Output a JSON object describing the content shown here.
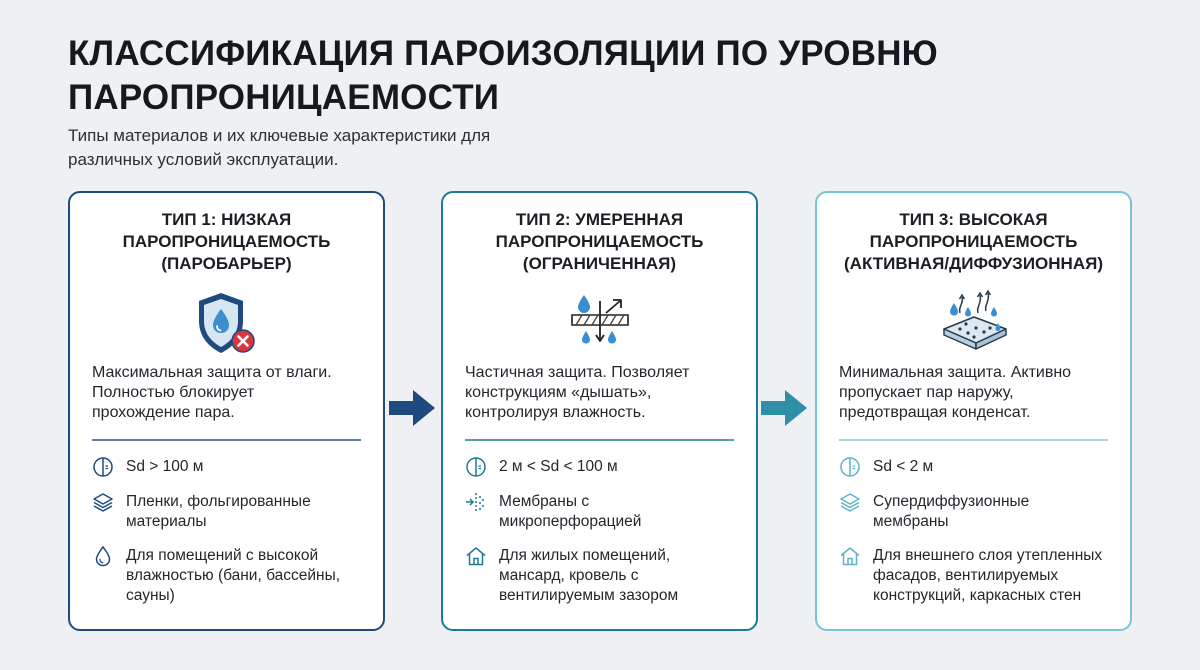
{
  "title": "КЛАССИФИКАЦИЯ ПАРОИЗОЛЯЦИИ ПО УРОВНЮ\nПАРОПРОНИЦАЕМОСТИ",
  "subtitle": "Типы материалов и их ключевые характеристики для\nразличных условий эксплуатации.",
  "colors": {
    "type1": "#1f4a7f",
    "type2": "#1e7a93",
    "type3": "#79c4d3",
    "accent_red": "#d9363e"
  },
  "cards": [
    {
      "title": "ТИП 1: НИЗКАЯ\nПАРОПРОНИЦАЕМОСТЬ\n(ПАРОБАРЬЕР)",
      "hero_icon": "shield-water-drop-blocked-icon",
      "description": "Максимальная защита от влаги.\nПолностью блокирует\nпрохождение пара.",
      "features": [
        {
          "icon": "sd-gauge-icon",
          "text": "Sd > 100 м"
        },
        {
          "icon": "layers-icon",
          "text": "Пленки, фольгированные\nматериалы"
        },
        {
          "icon": "water-drop-icon",
          "text": "Для помещений с высокой\nвлажностью (бани, бассейны,\nсауны)"
        }
      ]
    },
    {
      "title": "ТИП 2: УМЕРЕННАЯ\nПАРОПРОНИЦАЕМОСТЬ\n(ОГРАНИЧЕННАЯ)",
      "hero_icon": "partial-vapor-barrier-icon",
      "description": "Частичная защита. Позволяет\nконструкциям «дышать»,\nконтролируя влажность.",
      "features": [
        {
          "icon": "sd-gauge-icon",
          "text": "2 м < Sd < 100 м"
        },
        {
          "icon": "microperforation-icon",
          "text": "Мембраны с\nмикроперфорацией"
        },
        {
          "icon": "house-icon",
          "text": "Для жилых помещений,\nмансард, кровель с\nвентилируемым зазором"
        }
      ]
    },
    {
      "title": "ТИП 3: ВЫСОКАЯ\nПАРОПРОНИЦАЕМОСТЬ\n(АКТИВНАЯ/ДИФФУЗИОННАЯ)",
      "hero_icon": "diffusion-membrane-icon",
      "description": "Минимальная защита. Активно\nпропускает пар наружу,\nпредотвращая конденсат.",
      "features": [
        {
          "icon": "sd-gauge-icon",
          "text": "Sd < 2 м"
        },
        {
          "icon": "layers-icon",
          "text": "Супердиффузионные\nмембраны"
        },
        {
          "icon": "house-icon",
          "text": "Для внешнего слоя утепленных\nфасадов, вентилируемых\nконструкций, каркасных стен"
        }
      ]
    }
  ]
}
